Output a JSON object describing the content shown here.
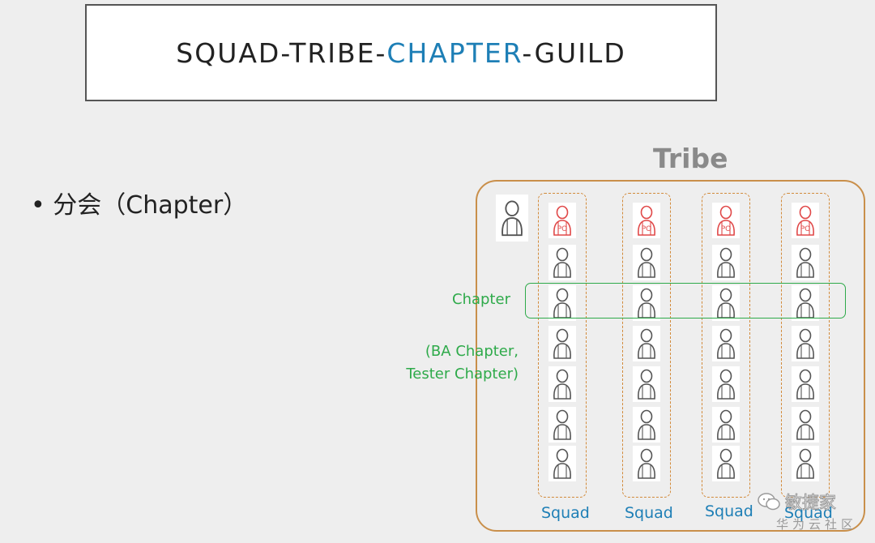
{
  "title": {
    "part_before": "SQUAD-TRIBE-",
    "part_accent": "CHAPTER",
    "part_after": "-GUILD",
    "accent_color": "#1e7fb6"
  },
  "bullet": {
    "marker": "•",
    "text": "分会（Chapter）"
  },
  "diagram": {
    "tribe_label": "Tribe",
    "chapter_label": "Chapter",
    "chapter_note_line1": "(BA Chapter,",
    "chapter_note_line2": "Tester Chapter)",
    "po_badge": "PO",
    "squads": [
      {
        "label": "Squad",
        "members": 7
      },
      {
        "label": "Squad",
        "members": 7
      },
      {
        "label": "Squad",
        "members": 7
      },
      {
        "label": "Squad",
        "members": 7
      }
    ],
    "colors": {
      "tribe_border": "#c98f4a",
      "squad_border": "#d28a3a",
      "chapter": "#2eaa4a",
      "squad_text": "#1e7fb6",
      "po": "#e04848"
    },
    "icons": [
      "person-icon",
      "product-owner-icon",
      "tribe-lead-icon"
    ]
  },
  "watermark": {
    "name": "敏捷家",
    "sub": "华为云社区"
  }
}
